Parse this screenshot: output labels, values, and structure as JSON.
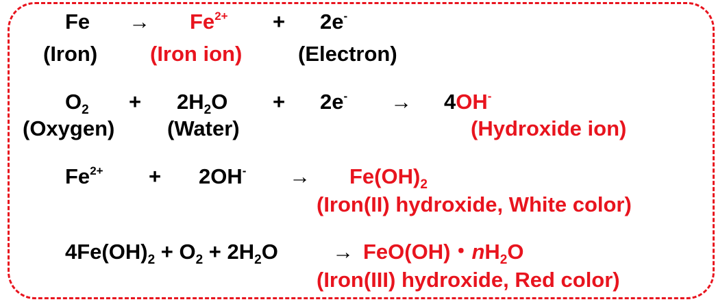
{
  "colors": {
    "accent": "#e8141e",
    "text": "#000000",
    "background": "#ffffff"
  },
  "equations": {
    "eq1": {
      "fe": "Fe",
      "arrow": "→",
      "fe2": "Fe",
      "fe2_charge": "2+",
      "plus": "+",
      "electron": "2e",
      "electron_charge": "-",
      "label_iron": "(Iron)",
      "label_iron_ion": "(Iron ion)",
      "label_electron": "(Electron)"
    },
    "eq2": {
      "o2": "O",
      "o2_sub": "2",
      "plus1": "+",
      "water_coef": "2H",
      "water_sub": "2",
      "water_o": "O",
      "plus2": "+",
      "electron": "2e",
      "electron_charge": "-",
      "arrow": "→",
      "oh_coef": "4",
      "oh": "OH",
      "oh_charge": "-",
      "label_oxygen": "(Oxygen)",
      "label_water": "(Water)",
      "label_hydroxide_ion": "(Hydroxide ion)"
    },
    "eq3": {
      "fe2": "Fe",
      "fe2_charge": "2+",
      "plus": "+",
      "oh": "2OH",
      "oh_charge": "-",
      "arrow": "→",
      "product": "Fe(OH)",
      "product_sub": "2",
      "label_product": "(Iron(II) hydroxide, White color)"
    },
    "eq4": {
      "r1": "4Fe(OH)",
      "r1_sub": "2",
      "plus1": " + O",
      "o2_sub": "2",
      "plus2": " + 2H",
      "water_sub": "2",
      "water_o": "O",
      "arrow": "→",
      "product": "FeO(OH)・",
      "product_n": "n",
      "product_h": "H",
      "product_sub": "2",
      "product_o": "O",
      "label_product": "(Iron(III) hydroxide, Red color)"
    }
  }
}
